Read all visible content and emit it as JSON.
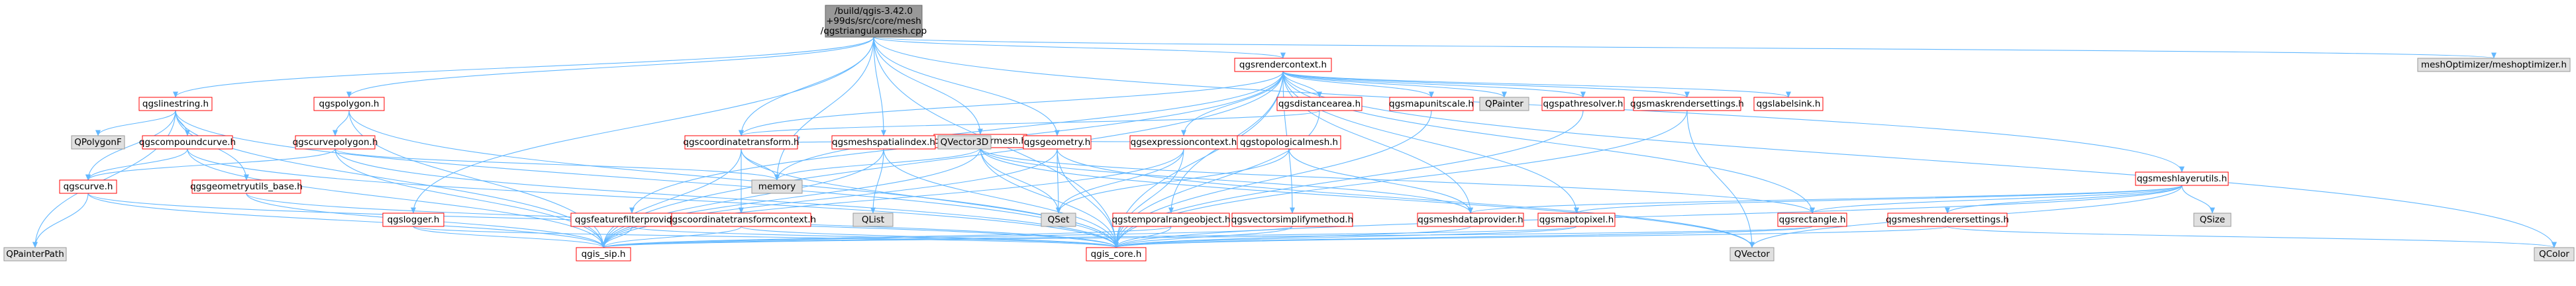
{
  "colors": {
    "root_fill": "#999999",
    "root_stroke": "#666666",
    "doc_fill": "#ffffff",
    "doc_stroke": "#ff0000",
    "ext_fill": "#e0e0e0",
    "ext_stroke": "#999999",
    "edge": "#63b8ff",
    "text": "#000000"
  },
  "nodes": [
    {
      "id": "root",
      "lines": [
        "/build/qgis-3.42.0",
        "+99ds/src/core/mesh",
        "/qgstriangularmesh.cpp"
      ],
      "kind": "root"
    },
    {
      "id": "qgsrendercontext",
      "lines": [
        "qgsrendercontext.h"
      ],
      "kind": "doc"
    },
    {
      "id": "qgslinestring",
      "lines": [
        "qgslinestring.h"
      ],
      "kind": "doc"
    },
    {
      "id": "qgspolygon",
      "lines": [
        "qgspolygon.h"
      ],
      "kind": "doc"
    },
    {
      "id": "qgstriangularmesh",
      "lines": [
        "qgstriangularmesh.h"
      ],
      "kind": "doc"
    },
    {
      "id": "meshoptimizer",
      "lines": [
        "meshOptimizer/meshoptimizer.h"
      ],
      "kind": "ext"
    },
    {
      "id": "qpolygonf",
      "lines": [
        "QPolygonF"
      ],
      "kind": "ext"
    },
    {
      "id": "qgscompoundcurve",
      "lines": [
        "qgscompoundcurve.h"
      ],
      "kind": "doc"
    },
    {
      "id": "qgscurvepolygon",
      "lines": [
        "qgscurvepolygon.h"
      ],
      "kind": "doc"
    },
    {
      "id": "qgscurve",
      "lines": [
        "qgscurve.h"
      ],
      "kind": "doc"
    },
    {
      "id": "qgsgeometryutils_base",
      "lines": [
        "qgsgeometryutils_base.h"
      ],
      "kind": "doc"
    },
    {
      "id": "qpainterpath",
      "lines": [
        "QPainterPath"
      ],
      "kind": "ext"
    },
    {
      "id": "qgslogger",
      "lines": [
        "qgslogger.h"
      ],
      "kind": "doc"
    },
    {
      "id": "qgsdistancearea",
      "lines": [
        "qgsdistancearea.h"
      ],
      "kind": "doc"
    },
    {
      "id": "qgsmapunitscale",
      "lines": [
        "qgsmapunitscale.h"
      ],
      "kind": "doc"
    },
    {
      "id": "qpainter",
      "lines": [
        "QPainter"
      ],
      "kind": "ext"
    },
    {
      "id": "qgspathresolver",
      "lines": [
        "qgspathresolver.h"
      ],
      "kind": "doc"
    },
    {
      "id": "qgsmaskrendersettings",
      "lines": [
        "qgsmaskrendersettings.h"
      ],
      "kind": "doc"
    },
    {
      "id": "qgslabelsink",
      "lines": [
        "qgslabelsink.h"
      ],
      "kind": "doc"
    },
    {
      "id": "qgsmeshlayerutils",
      "lines": [
        "qgsmeshlayerutils.h"
      ],
      "kind": "doc"
    },
    {
      "id": "qgscoordinatetransform",
      "lines": [
        "qgscoordinatetransform.h"
      ],
      "kind": "doc"
    },
    {
      "id": "qgsmeshspatialindex",
      "lines": [
        "qgsmeshspatialindex.h"
      ],
      "kind": "doc"
    },
    {
      "id": "qvector3d",
      "lines": [
        "QVector3D"
      ],
      "kind": "ext"
    },
    {
      "id": "qgsgeometry",
      "lines": [
        "qgsgeometry.h"
      ],
      "kind": "doc"
    },
    {
      "id": "qgsexpressioncontext",
      "lines": [
        "qgsexpressioncontext.h"
      ],
      "kind": "doc"
    },
    {
      "id": "qgstopologicalmesh",
      "lines": [
        "qgstopologicalmesh.h"
      ],
      "kind": "doc"
    },
    {
      "id": "memory",
      "lines": [
        "memory"
      ],
      "kind": "ext"
    },
    {
      "id": "qgsfeaturefilterprovider",
      "lines": [
        "qgsfeaturefilterprovider.h"
      ],
      "kind": "doc"
    },
    {
      "id": "qgscoordinatetransformcontext",
      "lines": [
        "qgscoordinatetransformcontext.h"
      ],
      "kind": "doc"
    },
    {
      "id": "qlist",
      "lines": [
        "QList"
      ],
      "kind": "ext"
    },
    {
      "id": "qset",
      "lines": [
        "QSet"
      ],
      "kind": "ext"
    },
    {
      "id": "qgstemporalrangeobject",
      "lines": [
        "qgstemporalrangeobject.h"
      ],
      "kind": "doc"
    },
    {
      "id": "qgsvectorsimplifymethod",
      "lines": [
        "qgsvectorsimplifymethod.h"
      ],
      "kind": "doc"
    },
    {
      "id": "qgsmeshdataprovider",
      "lines": [
        "qgsmeshdataprovider.h"
      ],
      "kind": "doc"
    },
    {
      "id": "qgsmaptopixel",
      "lines": [
        "qgsmaptopixel.h"
      ],
      "kind": "doc"
    },
    {
      "id": "qgsrectangle",
      "lines": [
        "qgsrectangle.h"
      ],
      "kind": "doc"
    },
    {
      "id": "qgsmeshrenderersettings",
      "lines": [
        "qgsmeshrenderersettings.h"
      ],
      "kind": "doc"
    },
    {
      "id": "qsize",
      "lines": [
        "QSize"
      ],
      "kind": "ext"
    },
    {
      "id": "qcolor",
      "lines": [
        "QColor"
      ],
      "kind": "ext"
    },
    {
      "id": "qgis_sip",
      "lines": [
        "qgis_sip.h"
      ],
      "kind": "doc"
    },
    {
      "id": "qgis_core",
      "lines": [
        "qgis_core.h"
      ],
      "kind": "doc"
    },
    {
      "id": "qvector",
      "lines": [
        "QVector"
      ],
      "kind": "ext"
    }
  ],
  "edges": [
    [
      "root",
      "qgsrendercontext"
    ],
    [
      "root",
      "qgslinestring"
    ],
    [
      "root",
      "qgspolygon"
    ],
    [
      "root",
      "qgstriangularmesh"
    ],
    [
      "root",
      "meshoptimizer"
    ],
    [
      "root",
      "qgsmeshlayerutils"
    ],
    [
      "root",
      "qgscoordinatetransform"
    ],
    [
      "root",
      "qgsmeshspatialindex"
    ],
    [
      "root",
      "qgsgeometry"
    ],
    [
      "root",
      "memory"
    ],
    [
      "root",
      "qgslogger"
    ],
    [
      "root",
      "qgis_core"
    ],
    [
      "qgslinestring",
      "qpolygonf"
    ],
    [
      "qgslinestring",
      "qgscompoundcurve"
    ],
    [
      "qgslinestring",
      "qgscurve"
    ],
    [
      "qgslinestring",
      "qgsgeometryutils_base"
    ],
    [
      "qgslinestring",
      "qgis_core"
    ],
    [
      "qgslinestring",
      "qgis_sip"
    ],
    [
      "qgslinestring",
      "qpainterpath"
    ],
    [
      "qgscompoundcurve",
      "qgscurve"
    ],
    [
      "qgscompoundcurve",
      "qgis_core"
    ],
    [
      "qgscompoundcurve",
      "qgis_sip"
    ],
    [
      "qgscurve",
      "qpainterpath"
    ],
    [
      "qgscurve",
      "qgis_sip"
    ],
    [
      "qgscurve",
      "qgis_core"
    ],
    [
      "qgsgeometryutils_base",
      "qgis_sip"
    ],
    [
      "qgsgeometryutils_base",
      "qgis_core"
    ],
    [
      "qgspolygon",
      "qgscurvepolygon"
    ],
    [
      "qgspolygon",
      "qgis_sip"
    ],
    [
      "qgspolygon",
      "qgis_core"
    ],
    [
      "qgscurvepolygon",
      "qgscurve"
    ],
    [
      "qgscurvepolygon",
      "memory"
    ],
    [
      "qgscurvepolygon",
      "qgis_sip"
    ],
    [
      "qgscurvepolygon",
      "qgis_core"
    ],
    [
      "qgsrendercontext",
      "qgsdistancearea"
    ],
    [
      "qgsrendercontext",
      "qgsmapunitscale"
    ],
    [
      "qgsrendercontext",
      "qpainter"
    ],
    [
      "qgsrendercontext",
      "qgspathresolver"
    ],
    [
      "qgsrendercontext",
      "qgsmaskrendersettings"
    ],
    [
      "qgsrendercontext",
      "qgslabelsink"
    ],
    [
      "qgsrendercontext",
      "qgscoordinatetransform"
    ],
    [
      "qgsrendercontext",
      "qgsexpressioncontext"
    ],
    [
      "qgsrendercontext",
      "qgsfeaturefilterprovider"
    ],
    [
      "qgsrendercontext",
      "qgsrectangle"
    ],
    [
      "qgsrendercontext",
      "qgsmaptopixel"
    ],
    [
      "qgsrendercontext",
      "qgsvectorsimplifymethod"
    ],
    [
      "qgsrendercontext",
      "qgstemporalrangeobject"
    ],
    [
      "qgsrendercontext",
      "qgis_core"
    ],
    [
      "qgsrendercontext",
      "qgis_sip"
    ],
    [
      "qgsrendercontext",
      "qcolor"
    ],
    [
      "qgsrendercontext",
      "memory"
    ],
    [
      "qgsrendercontext",
      "qgsmeshdataprovider"
    ],
    [
      "qgstriangularmesh",
      "qgscoordinatetransform"
    ],
    [
      "qgstriangularmesh",
      "qgsmeshspatialindex"
    ],
    [
      "qgstriangularmesh",
      "qvector3d"
    ],
    [
      "qgstriangularmesh",
      "qgsgeometry"
    ],
    [
      "qgstriangularmesh",
      "qgstopologicalmesh"
    ],
    [
      "qgstriangularmesh",
      "qgsmeshdataprovider"
    ],
    [
      "qgstriangularmesh",
      "qgis_core"
    ],
    [
      "qgstriangularmesh",
      "qgis_sip"
    ],
    [
      "qgstriangularmesh",
      "qvector"
    ],
    [
      "qgstriangularmesh",
      "qset"
    ],
    [
      "qgstriangularmesh",
      "memory"
    ],
    [
      "qgstriangularmesh",
      "qgsrectangle"
    ],
    [
      "qgsmeshlayerutils",
      "qgsmeshdataprovider"
    ],
    [
      "qgsmeshlayerutils",
      "qgsrectangle"
    ],
    [
      "qgsmeshlayerutils",
      "qgsmaptopixel"
    ],
    [
      "qgsmeshlayerutils",
      "qgsmeshrenderersettings"
    ],
    [
      "qgsmeshlayerutils",
      "qsize"
    ],
    [
      "qgsmeshlayerutils",
      "qgis_core"
    ],
    [
      "qgsmeshlayerutils",
      "qvector"
    ],
    [
      "qgsmeshrenderersettings",
      "qcolor"
    ],
    [
      "qgsmeshrenderersettings",
      "qgis_core"
    ],
    [
      "qgsdistancearea",
      "qgscoordinatetransform"
    ],
    [
      "qgsdistancearea",
      "qgis_core"
    ],
    [
      "qgsmapunitscale",
      "qgis_core"
    ],
    [
      "qgspathresolver",
      "qgis_core"
    ],
    [
      "qgsmaskrendersettings",
      "qgis_core"
    ],
    [
      "qgsmaskrendersettings",
      "qvector"
    ],
    [
      "qgscoordinatetransform",
      "qgscoordinatetransformcontext"
    ],
    [
      "qgscoordinatetransform",
      "qgis_core"
    ],
    [
      "qgscoordinatetransform",
      "qgis_sip"
    ],
    [
      "qgscoordinatetransform",
      "memory"
    ],
    [
      "qgscoordinatetransformcontext",
      "qgis_core"
    ],
    [
      "qgscoordinatetransformcontext",
      "qgis_sip"
    ],
    [
      "qgsmeshspatialindex",
      "qlist"
    ],
    [
      "qgsmeshspatialindex",
      "qgis_core"
    ],
    [
      "qgsmeshspatialindex",
      "qgis_sip"
    ],
    [
      "qgsgeometry",
      "qgis_core"
    ],
    [
      "qgsgeometry",
      "qgis_sip"
    ],
    [
      "qgsgeometry",
      "qset"
    ],
    [
      "qgsgeometry",
      "qvector"
    ],
    [
      "qgsexpressioncontext",
      "qset"
    ],
    [
      "qgsexpressioncontext",
      "qgis_core"
    ],
    [
      "qgsexpressioncontext",
      "qgis_sip"
    ],
    [
      "qgstopologicalmesh",
      "qgsmeshdataprovider"
    ],
    [
      "qgstopologicalmesh",
      "qset"
    ],
    [
      "qgsfeaturefilterprovider",
      "qgis_sip"
    ],
    [
      "qgsfeaturefilterprovider",
      "qgis_core"
    ],
    [
      "qgstemporalrangeobject",
      "qgis_core"
    ],
    [
      "qgstemporalrangeobject",
      "qgis_sip"
    ],
    [
      "qgsvectorsimplifymethod",
      "qgis_core"
    ],
    [
      "qgsvectorsimplifymethod",
      "qgis_sip"
    ],
    [
      "qgsmeshdataprovider",
      "qgis_core"
    ],
    [
      "qgsmaptopixel",
      "qgis_core"
    ],
    [
      "qgsmaptopixel",
      "qgis_sip"
    ],
    [
      "qgsrectangle",
      "qgis_core"
    ],
    [
      "qgsrectangle",
      "qgis_sip"
    ],
    [
      "qgslogger",
      "qgis_core"
    ],
    [
      "qgslogger",
      "qgis_sip"
    ]
  ]
}
